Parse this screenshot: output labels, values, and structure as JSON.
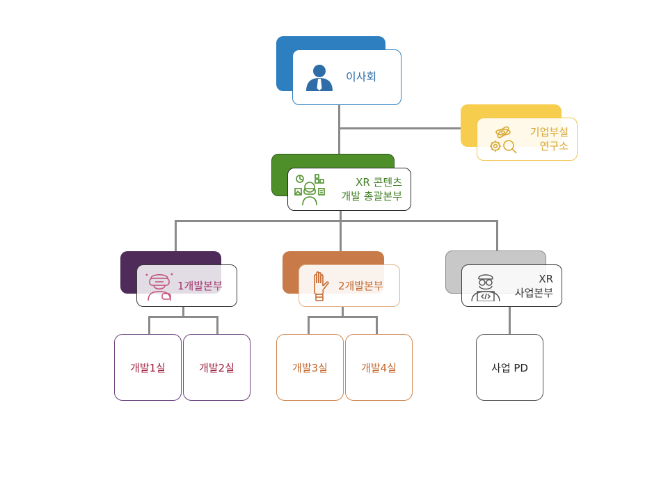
{
  "nodes": {
    "board": {
      "label": "이사회"
    },
    "lab": {
      "line1": "기업부설",
      "line2": "연구소"
    },
    "hq": {
      "line1": "XR 콘텐츠",
      "line2": "개발 총괄본부"
    },
    "dev1": {
      "label": "1개발본부"
    },
    "dev2": {
      "label": "2개발본부"
    },
    "biz": {
      "line1": "XR",
      "line2": "사업본부"
    }
  },
  "teams": {
    "team1": "개발1실",
    "team2": "개발2실",
    "team3": "개발3실",
    "team4": "개발4실",
    "pd": "사업 PD"
  },
  "colors": {
    "board": "#2e7fbf",
    "lab": "#f5c842",
    "hq": "#4e8f2a",
    "dev1": "#4f2b5a",
    "dev2": "#c87a48",
    "biz": "#c8c8c8",
    "connector": "#8a8a8a"
  },
  "icons": {
    "board": "person-icon",
    "lab": "research-gear-icon",
    "hq": "vr-content-icon",
    "dev1": "vr-gamer-icon",
    "dev2": "hand-glove-icon",
    "biz": "developer-icon"
  }
}
